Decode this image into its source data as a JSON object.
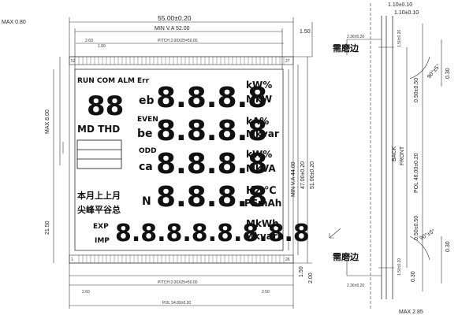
{
  "dims": {
    "max_top": "MAX 0.80",
    "width_overall": "55.00±0.20",
    "va_width": "MIN V.A 52.00",
    "top_right": "1.50",
    "pitch_top": "PITCH 2.00X25=50.00",
    "top_2_60": "2.60",
    "top_1_00": "1.00",
    "left_max": "MAX 8.00",
    "left_height": "21.50",
    "va_height": "MIN V.A 44.00",
    "h47": "47.00±0.20",
    "h51": "51.00±0.20",
    "bottom_1_50": "1.50",
    "bottom_2_00": "2.00",
    "pitch_bottom": "PITCH 2.00X25=50.00",
    "bottom_2_60": "2.60",
    "bottom_2_50": "2.50",
    "pol": "POL 54.00±0.20",
    "right_pol": "POL 46.00±0.20",
    "right_050_top": "0.50±0.50",
    "right_050_bot": "0.50±0.50",
    "front": "FRONT",
    "back": "BACK",
    "max_right": "MAX 2.85",
    "top_110a": "1.10±0.10",
    "top_110b": "1.10±0.10",
    "ang1": "90°±5°",
    "ang2": "90°±5°",
    "r_030a": "0.30",
    "r_030b": "0.30",
    "r_030c": "0.30",
    "note_top": "需磨边",
    "note_bot": "需磨边",
    "d236a": "2.36±0.20",
    "d236b": "2.36±0.20",
    "d150a": "1.50±0.20",
    "d150b": "1.50±0.20"
  },
  "pins": {
    "p1": "1",
    "p26": "26",
    "p27": "27",
    "p52": "52"
  },
  "lcd": {
    "status": "RUN COM ALM Err",
    "big_left": "88",
    "eb": "eb",
    "even": "EVEN",
    "be": "be",
    "md_thd": "MD THD",
    "odd": "ODD",
    "ca": "ca",
    "seg_row1": "8.8.8.8",
    "seg_row2": "8.8.8.8",
    "seg_row3": "8.8.8.8",
    "seg_row4": "8.8.8.8",
    "seg_bottom": "8.8.8.8.8.8.8.8",
    "u1": "kW%",
    "u2": "MkW",
    "u3": "kA%",
    "u4": "Mkvar",
    "u5": "kW%",
    "u6": "MkVA",
    "u7": "Hz ℃",
    "u8": "PFmAh",
    "u9": "MkWh",
    "u10": "Mkvarh",
    "cn1": "本月上上月",
    "cn2": "尖峰平谷总",
    "exp": "EXP",
    "imp": "IMP",
    "n": "N"
  }
}
